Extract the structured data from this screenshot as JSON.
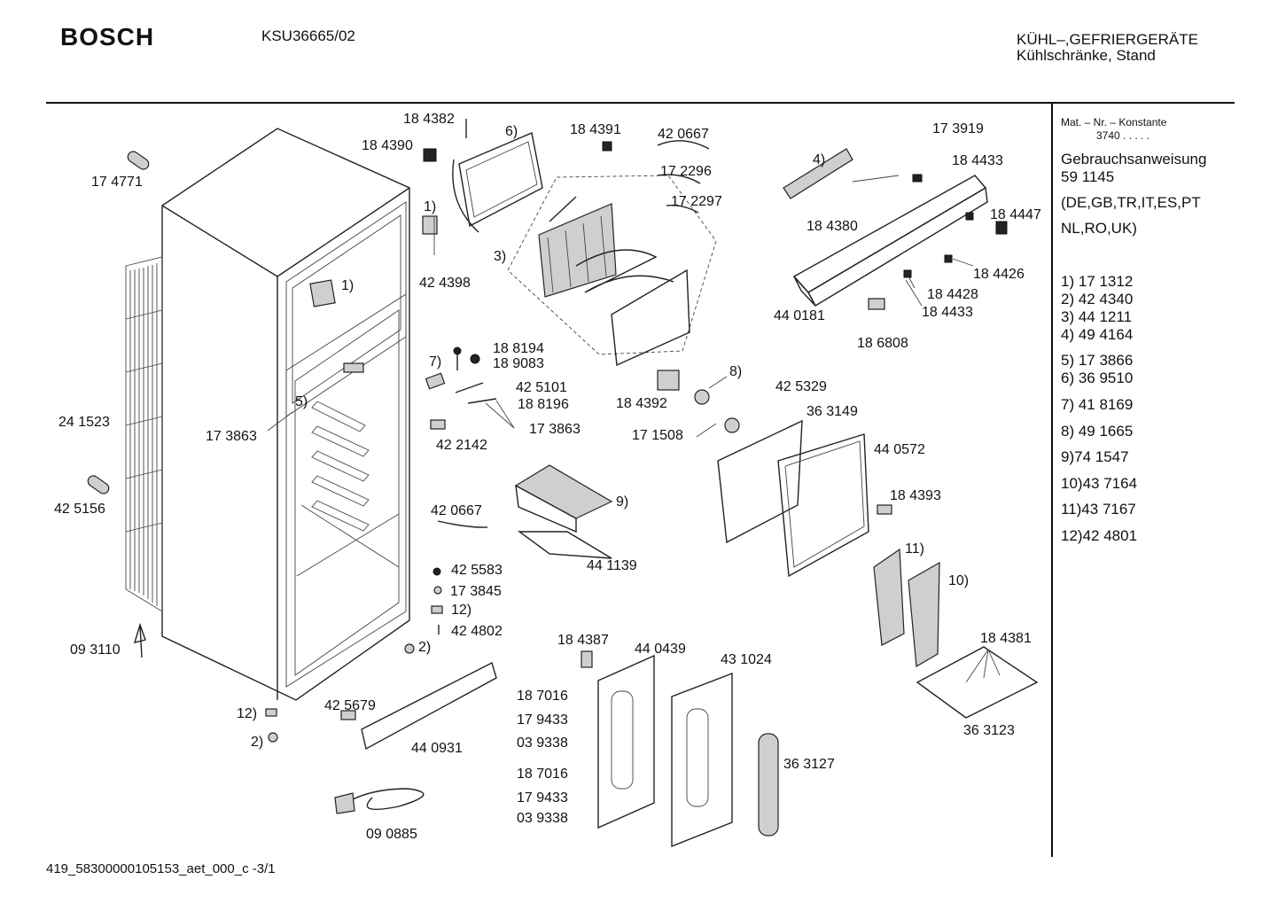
{
  "header": {
    "brand": "BOSCH",
    "model": "KSU36665/02",
    "category_line1": "KÜHL–,GEFRIERGERÄTE",
    "category_line2": "Kühlschränke, Stand"
  },
  "sidebar": {
    "mat_label": "Mat. – Nr. – Konstante",
    "mat_value": "3740  .  .  .  .  .",
    "manual_label": "Gebrauchsanweisung",
    "manual_number": "59 1145",
    "languages1": "(DE,GB,TR,IT,ES,PT",
    "languages2": "NL,RO,UK)",
    "refs": [
      "1) 17 1312",
      "2) 42 4340",
      "3) 44 1211",
      "4) 49 4164",
      "5) 17 3866",
      "6) 36 9510",
      "7) 41 8169",
      "8) 49 1665",
      "9)74 1547",
      "10)43 7164",
      "11)43 7167",
      "12)42 4801"
    ]
  },
  "footer": {
    "code": "419_58300000105153_aet_000_c -3/1"
  },
  "parts": [
    "18 4382",
    "18 4390",
    "6)",
    "18 4391",
    "42 0667",
    "17 2296",
    "17 2297",
    "17 3919",
    "4)",
    "18 4433",
    "18 4447",
    "17 4771",
    "1)",
    "42 4398",
    "1)",
    "3)",
    "18 4380",
    "18 4426",
    "44 0181",
    "18 4428",
    "18 4433",
    "18 6808",
    "18 8194",
    "7)",
    "18 9083",
    "42 5101",
    "18 8196",
    "17 3863",
    "8)",
    "42 5329",
    "18 4392",
    "17 1508",
    "36 3149",
    "24 1523",
    "5)",
    "17 3863",
    "42 2142",
    "44 0572",
    "18 4393",
    "9)",
    "42 0667",
    "44 1139",
    "42 5156",
    "11)",
    "10)",
    "42 5583",
    "17 3845",
    "12)",
    "42 4802",
    "2)",
    "18 4381",
    "18 4387",
    "44 0439",
    "43 1024",
    "09 3110",
    "18 7016",
    "17 9433",
    "03 9338",
    "36 3123",
    "12)",
    "42 5679",
    "2)",
    "44 0931",
    "18 7016",
    "17 9433",
    "03 9338",
    "36 3127",
    "09 0885"
  ]
}
